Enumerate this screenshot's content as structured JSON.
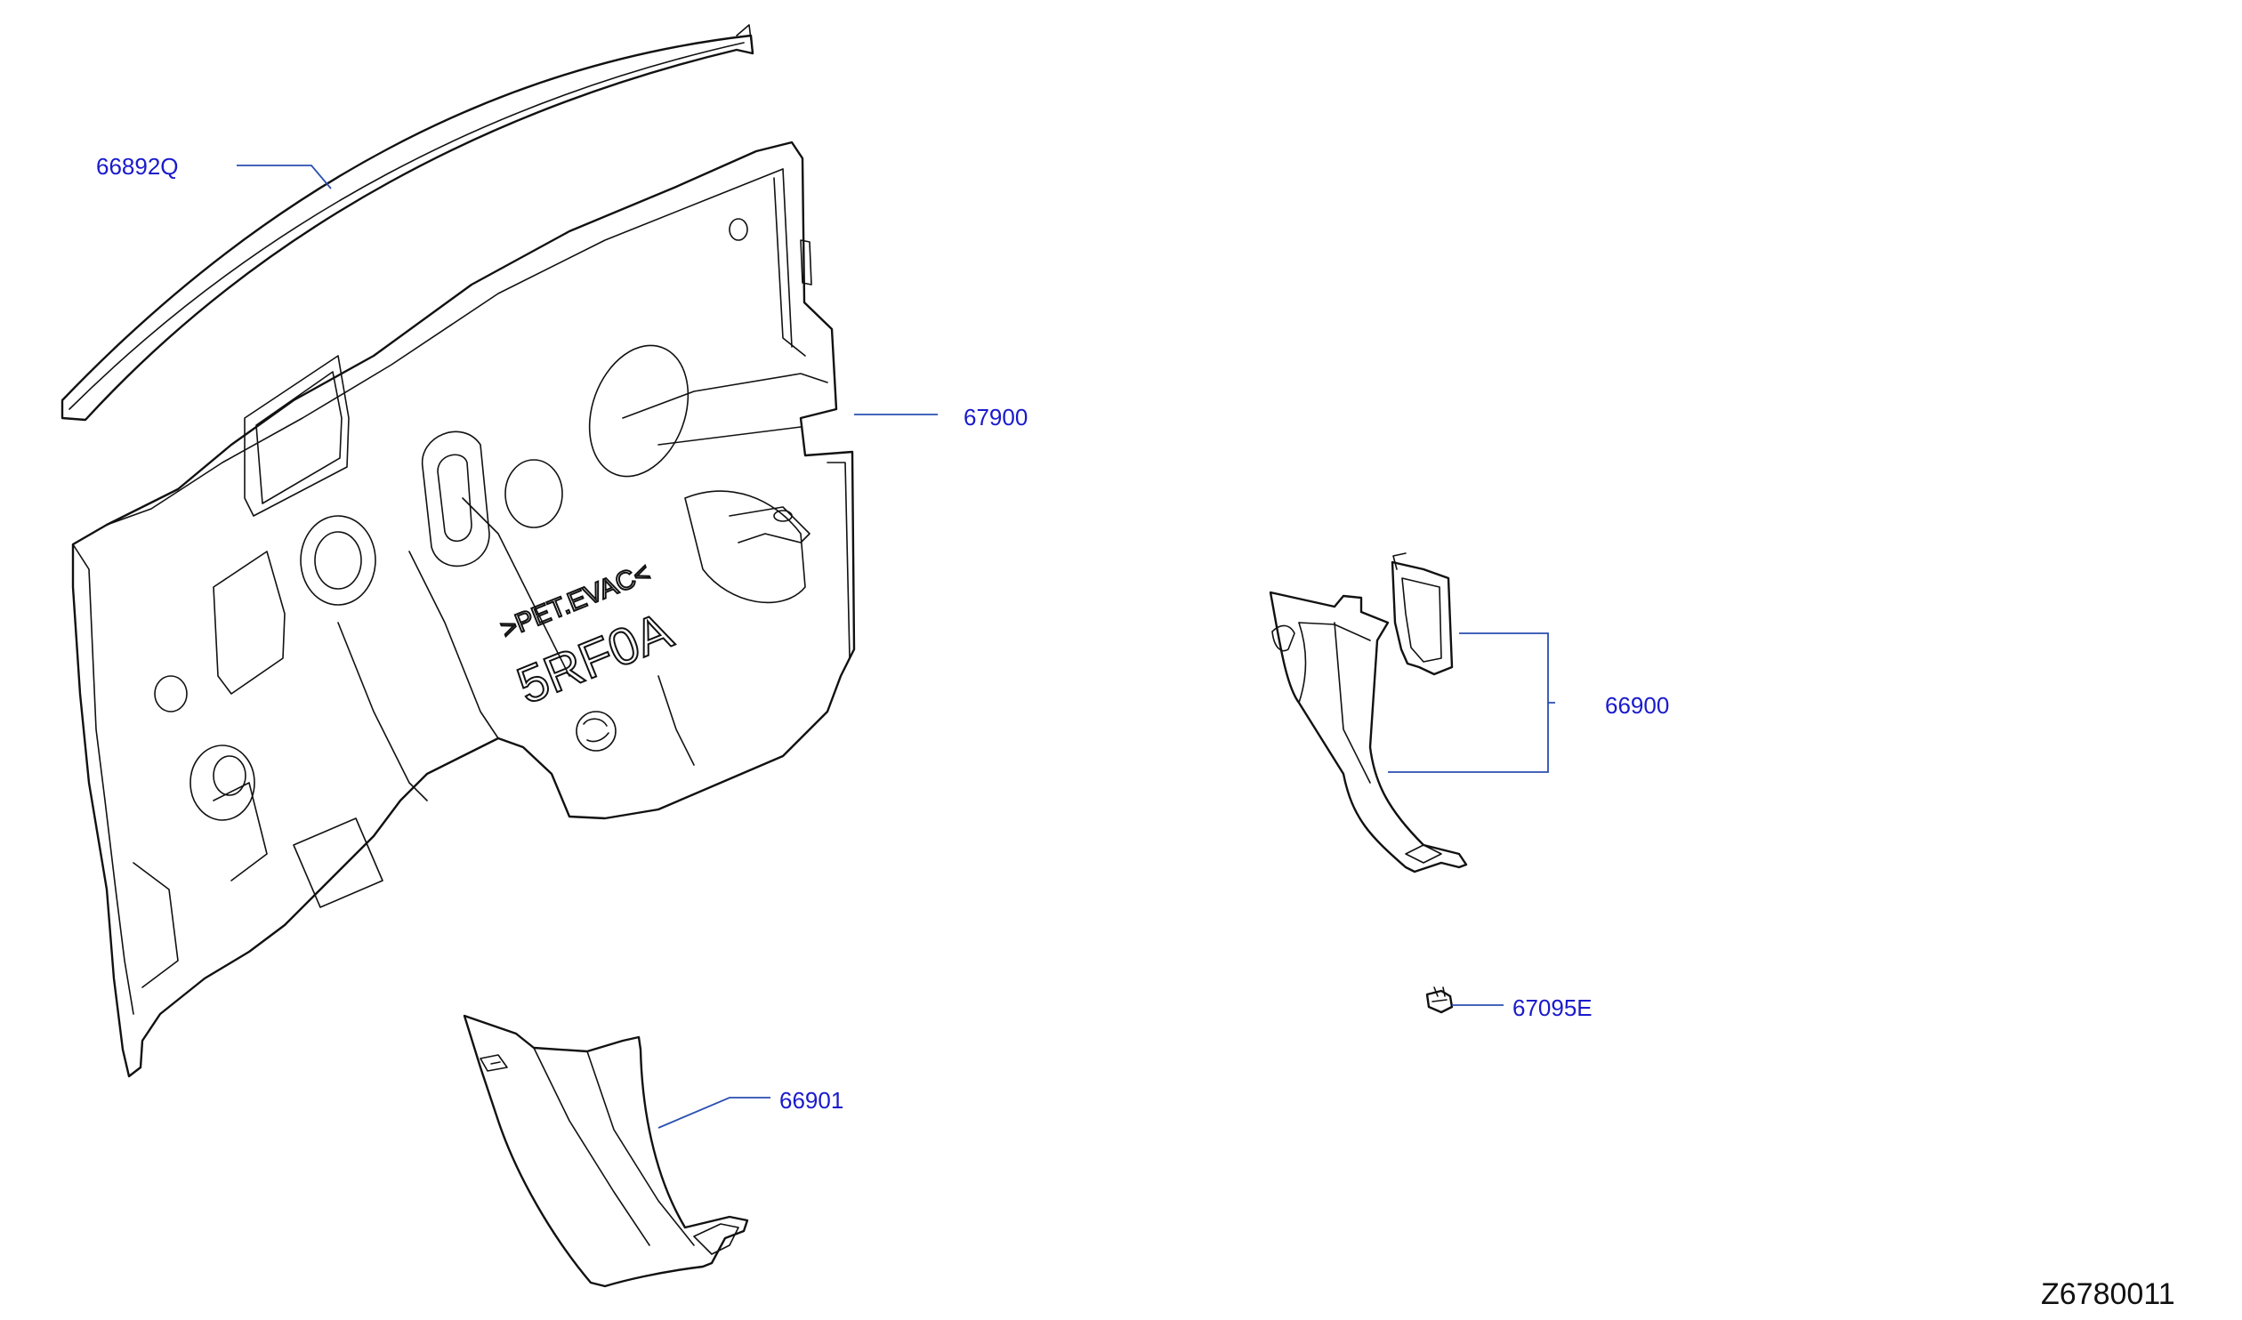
{
  "colors": {
    "callout": "#1a1acc",
    "leader": "#2a4fb0",
    "line": "#111111"
  },
  "callouts": {
    "p66892q": "66892Q",
    "p67900": "67900",
    "p66900": "66900",
    "p67095e": "67095E",
    "p66901": "66901"
  },
  "markings": {
    "material": ">PET.EVAC<",
    "code": "5RF0A"
  },
  "drawing_number": "Z6780011"
}
